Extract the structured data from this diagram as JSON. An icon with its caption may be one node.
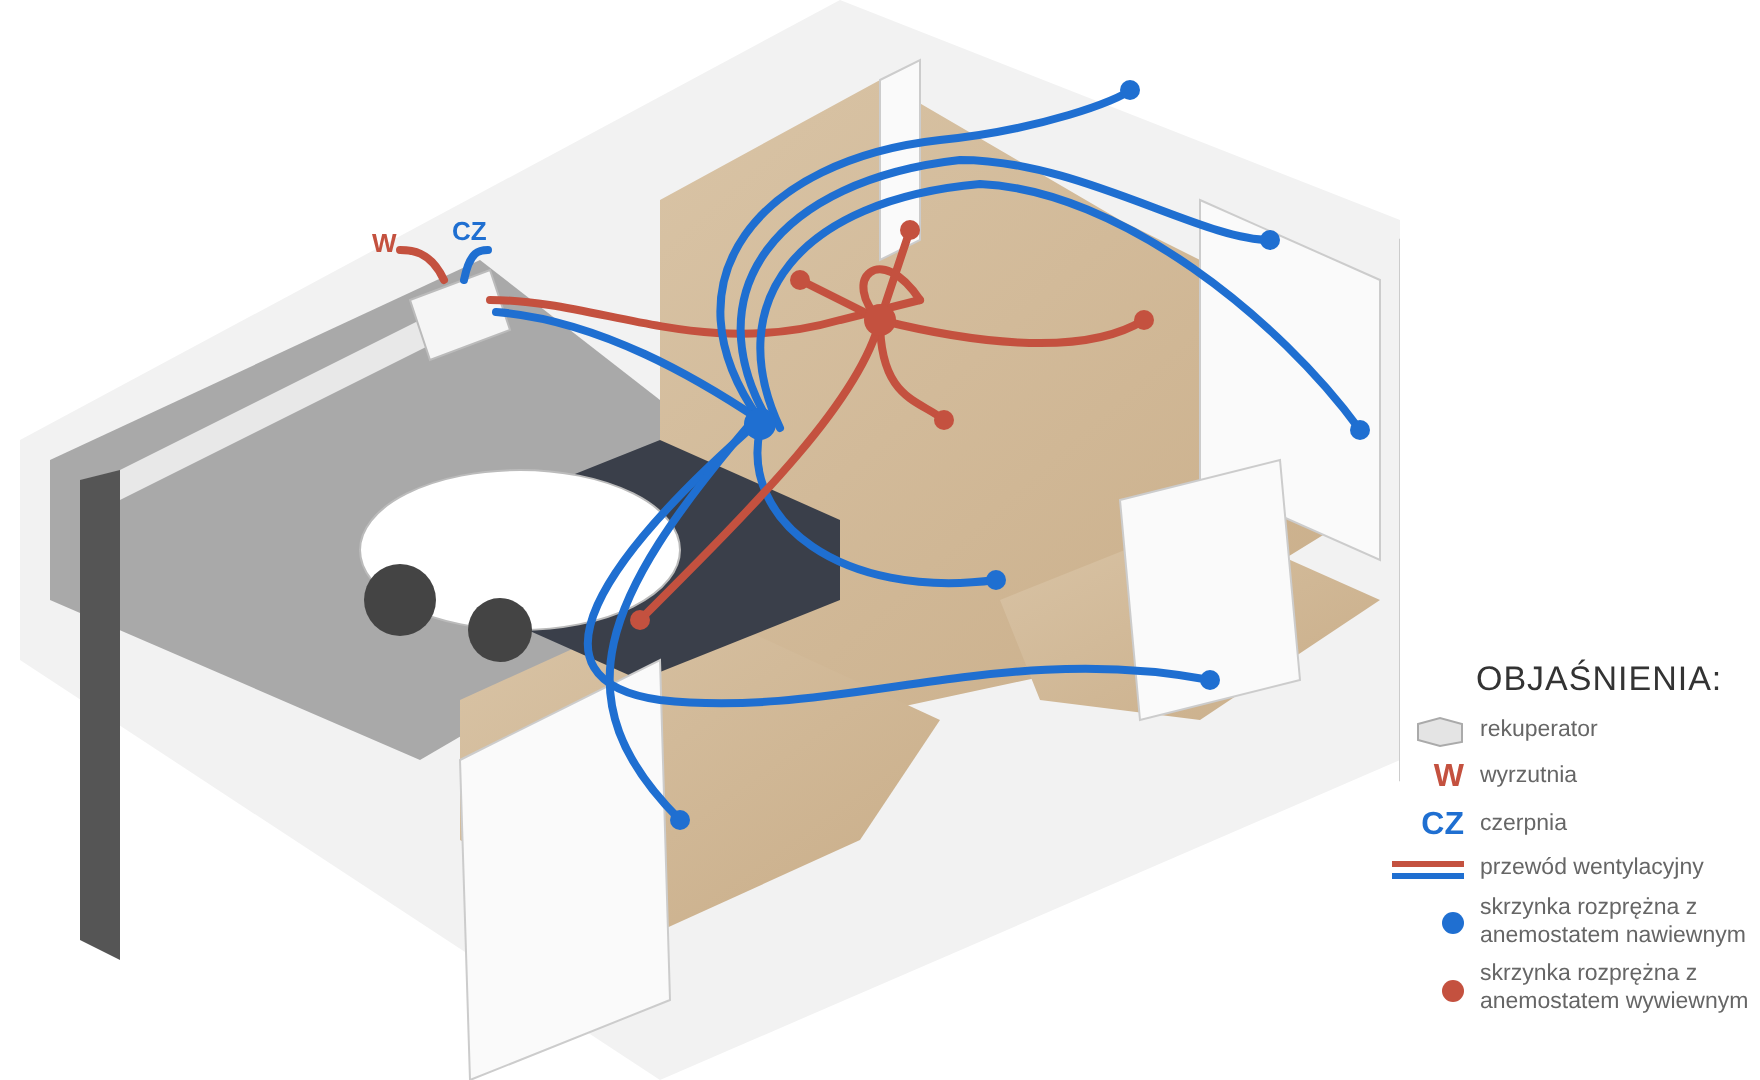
{
  "diagram": {
    "labels": [
      "W",
      "CZ",
      "OBJAŚNIENIA:",
      "W",
      "CZ"
    ],
    "legend": [
      {
        "text": "rekuperator"
      },
      {
        "text": "wyrzutnia"
      },
      {
        "text": "czerpnia"
      },
      {
        "text": "przewód wentylacyjny"
      },
      {
        "text": "skrzynka rozprężna z anemostatem nawiewnym",
        "color": "#1f6fd1"
      },
      {
        "text": "skrzynka rozprężna z anemostatem wywiewnym",
        "color": "#c4513f"
      }
    ]
  }
}
